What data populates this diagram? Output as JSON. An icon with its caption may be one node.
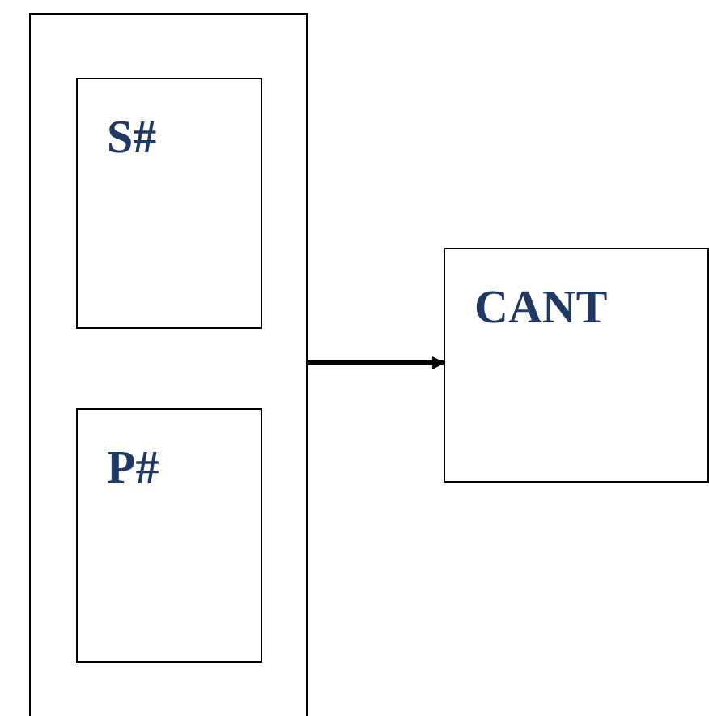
{
  "diagram": {
    "nodes": [
      {
        "text": [],
        "shape": "box"
      },
      {
        "text": [
          "S#"
        ],
        "in": 0
      },
      {
        "text": [
          "P#"
        ],
        "in": 0
      },
      {
        "text": [
          "CANT"
        ]
      }
    ],
    "edges": [
      {
        "from": 0,
        "to": 3,
        "arrow": "to"
      }
    ]
  }
}
